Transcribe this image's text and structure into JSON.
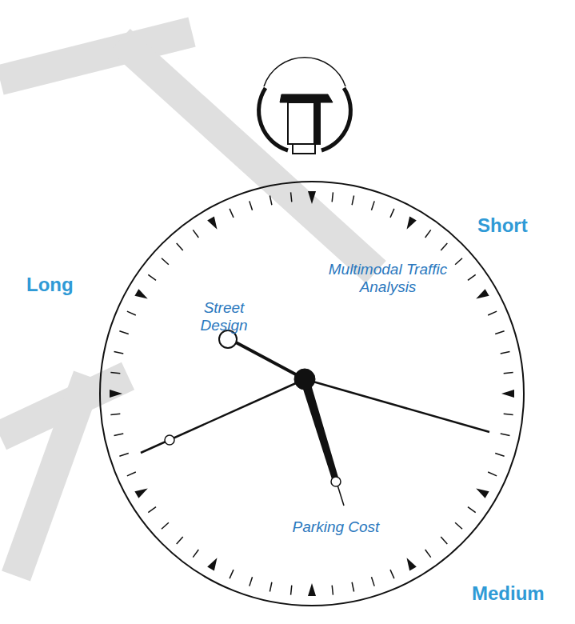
{
  "diagram": {
    "labels": [
      "Short",
      "Multimodal Traffic Analysis",
      "Long",
      "Street Design",
      "Parking Cost",
      "Medium"
    ]
  }
}
